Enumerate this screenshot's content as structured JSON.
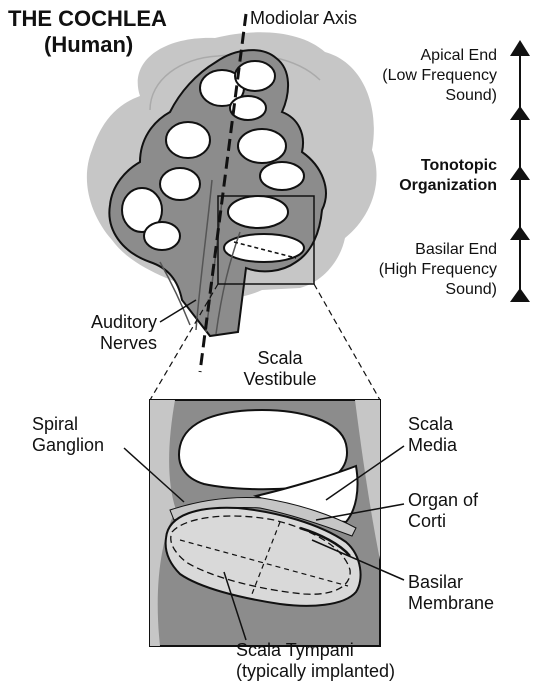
{
  "title": {
    "line1": "THE COCHLEA",
    "line2": "(Human)"
  },
  "labels": {
    "modiolar_axis": "Modiolar Axis",
    "apical_end": [
      "Apical End",
      "(Low Frequency",
      "Sound)"
    ],
    "tonotopic": [
      "Tonotopic",
      "Organization"
    ],
    "basilar_end": [
      "Basilar End",
      "(High Frequency",
      "Sound)"
    ],
    "auditory_nerves": [
      "Auditory",
      "Nerves"
    ],
    "scala_vestibule": [
      "Scala",
      "Vestibule"
    ],
    "spiral_ganglion": [
      "Spiral",
      "Ganglion"
    ],
    "scala_media": [
      "Scala",
      "Media"
    ],
    "organ_of_corti": [
      "Organ of",
      "Corti"
    ],
    "basilar_membrane": [
      "Basilar",
      "Membrane"
    ],
    "scala_tympani": [
      "Scala Tympani",
      "(typically implanted)"
    ]
  },
  "colors": {
    "outer_capsule": "#c6c6c6",
    "bone": "#8c8c8c",
    "chamber": "#ffffff",
    "tympani_fill": "#d9d9d9",
    "ink": "#111111"
  }
}
